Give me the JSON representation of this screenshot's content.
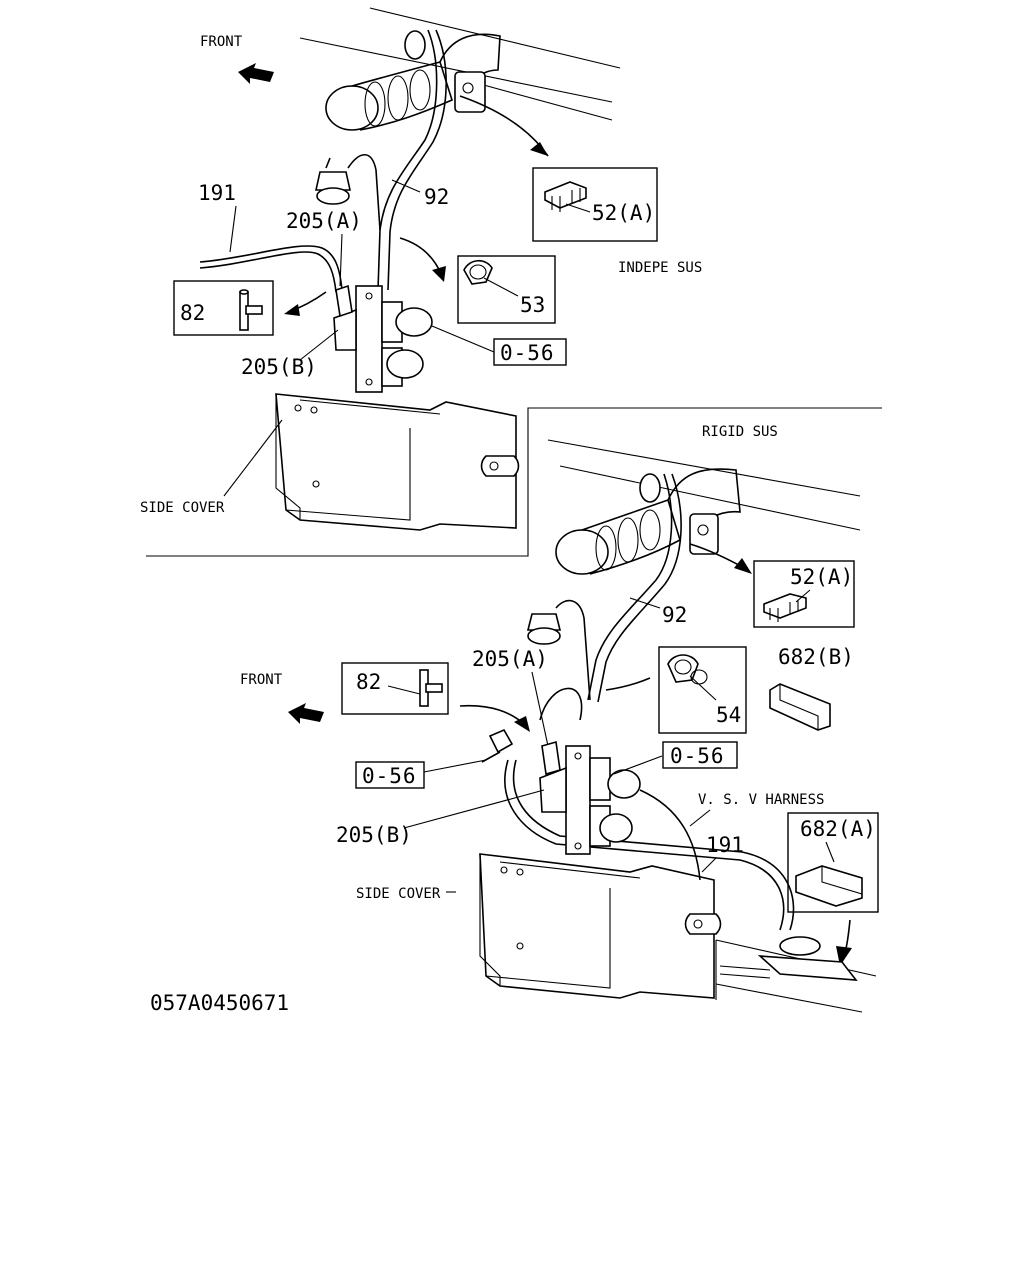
{
  "diagram_code": "057A0450671",
  "top_view": {
    "direction_label": "FRONT",
    "variant_label": "INDEPE SUS",
    "side_cover_label": "SIDE COVER",
    "callouts": {
      "c191": "191",
      "c92": "92",
      "c205a": "205(A)",
      "c205b": "205(B)",
      "c82": "82",
      "c52a": "52(A)",
      "c53": "53",
      "c056": "0-56"
    }
  },
  "bottom_view": {
    "direction_label": "FRONT",
    "variant_label": "RIGID SUS",
    "side_cover_label": "SIDE COVER",
    "harness_label": "V. S. V HARNESS",
    "callouts": {
      "c52a": "52(A)",
      "c92": "92",
      "c205a": "205(A)",
      "c205b": "205(B)",
      "c82": "82",
      "c54": "54",
      "c682b": "682(B)",
      "c682a": "682(A)",
      "c056_left": "0-56",
      "c056_right": "0-56",
      "c191": "191"
    }
  }
}
